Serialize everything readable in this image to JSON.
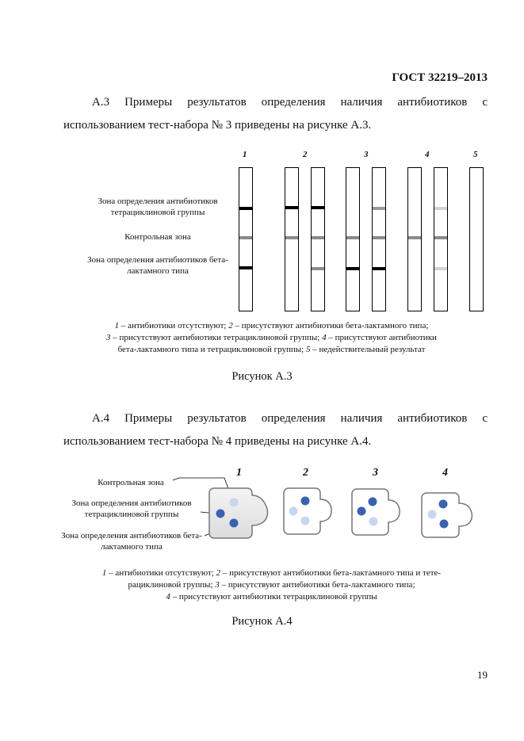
{
  "header": {
    "title": "ГОСТ 32219–2013"
  },
  "section_a3": {
    "paragraph": "А.3 Примеры результатов определения наличия антибиотиков с использованием тест-набора № 3 приведены на рисунке А.3.",
    "labels": {
      "tetra_zone": "Зона определения антибиотиков тетрациклиновой группы",
      "control_zone": "Контрольная зона",
      "beta_zone": "Зона определения антибиотиков бета-лактамного типа"
    },
    "strip_numbers": [
      "1",
      "2",
      "3",
      "4",
      "5"
    ],
    "caption": {
      "n1": "1",
      "t1": " – антибиотики отсутствуют; ",
      "n2": "2",
      "t2": " – присутствуют антибиотики бета-лактамного типа;",
      "n3": "3",
      "t3": " – присутствуют антибиотики тетрациклиновой группы; ",
      "n4": "4",
      "t4": " – присутствуют антибиотики",
      "t4b": "бета-лактамного типа и тетрациклиновой группы; ",
      "n5": "5",
      "t5": " – недействительный результат"
    },
    "figure_title": "Рисунок А.3"
  },
  "section_a4": {
    "paragraph": "А.4 Примеры результатов определения наличия антибиотиков с использованием тест-набора № 4 приведены на рисунке А.4.",
    "labels": {
      "control_zone": "Контрольная зона",
      "tetra_zone": "Зона определения антибиотиков тетрациклиновой группы",
      "beta_zone": "Зона определения антибиотиков бета-лактамного типа"
    },
    "test_numbers": [
      "1",
      "2",
      "3",
      "4"
    ],
    "caption": {
      "n1": "1",
      "t1": " – антибиотики отсутствуют; ",
      "n2": "2",
      "t2": " – присутствуют антибиотики бета-лактамного типа и тете-",
      "t2b": "рациклиновой группы; ",
      "n3": "3",
      "t3": " – присутствуют антибиотики бета-лактамного типа;",
      "n4": "4",
      "t4": " – присутствуют антибиотики тетрациклиновой группы"
    },
    "figure_title": "Рисунок А.4",
    "colors": {
      "dark_dot": "#3a62b0",
      "light_dot": "#c8d6f2"
    }
  },
  "page_number": "19"
}
